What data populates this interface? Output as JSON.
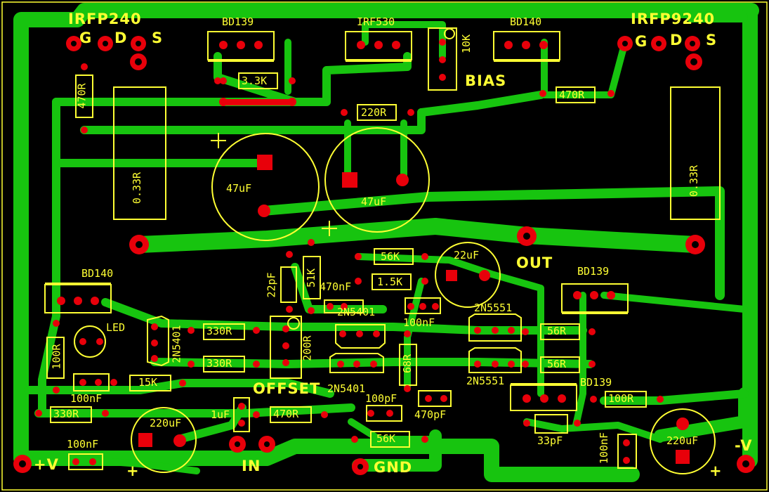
{
  "board": {
    "colors": {
      "background": "#000000",
      "copper": "#17c40f",
      "silkscreen": "#ffff33",
      "pad": "#e8000a"
    },
    "output_transistors": {
      "left": {
        "name": "IRFP240",
        "gate": "G",
        "drain": "D",
        "source": "S"
      },
      "right": {
        "name": "IRFP9240",
        "gate": "G",
        "drain": "D",
        "source": "S"
      }
    },
    "drivers": {
      "top_left": "BD139",
      "top_middle": "IRF530",
      "top_right": "BD140",
      "mid_left": "BD140",
      "mid_right": "BD139",
      "lower_right": "BD139"
    },
    "transistors": {
      "q1": "2N5401",
      "q2": "2N5401",
      "q3": "2N5401",
      "q4": "2N5551",
      "q5": "2N5551"
    },
    "resistors": {
      "r_470_left": "470R",
      "r_3k3": "3.3K",
      "r_470_right": "470R",
      "r_220": "220R",
      "r_033_left": "0.33R",
      "r_033_right": "0.33R",
      "r_56k_top": "56K",
      "r_1k5": "1.5K",
      "r_51k": "51K",
      "r_330_a": "330R",
      "r_330_b": "330R",
      "r_330_c": "330R",
      "r_100_left": "100R",
      "r_15k": "15K",
      "r_200": "200R",
      "r_68": "68R",
      "r_56_a": "56R",
      "r_56_b": "56R",
      "r_100_right": "100R",
      "r_470_in": "470R",
      "r_56k_bottom": "56K"
    },
    "capacitors": {
      "c_47_left": "47uF",
      "c_47_right": "47uF",
      "c_22u": "22uF",
      "c_22p": "22pF",
      "c_470n": "470nF",
      "c_100n_mid": "100nF",
      "c_100n_left": "100nF",
      "c_100n_bottom": "100nF",
      "c_100p": "100pF",
      "c_470p": "470pF",
      "c_33p": "33pF",
      "c_100n_right": "100nF",
      "c_1u": "1uF",
      "c_220_left": "220uF",
      "c_220_right": "220uF"
    },
    "trim": {
      "pot": "10K",
      "bias": "BIAS",
      "offset": "OFFSET"
    },
    "misc": {
      "led": "LED",
      "plus_sign": "+"
    },
    "terminals": {
      "out": "OUT",
      "in": "IN",
      "gnd": "GND",
      "pos": "+V",
      "neg": "-V"
    }
  }
}
